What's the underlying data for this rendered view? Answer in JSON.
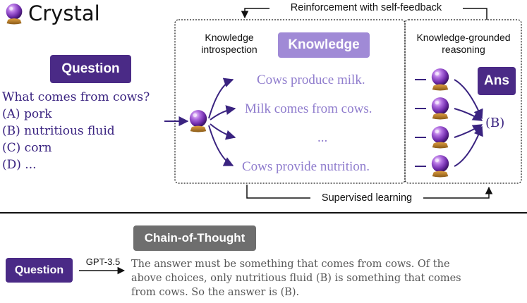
{
  "title": "Crystal",
  "top_arrow_label": "Reinforcement with self-feedback",
  "bottom_arrow_label": "Supervised learning",
  "introspection_label": "Knowledge\nintrospection",
  "knowledge_badge": "Knowledge",
  "reasoning_label": "Knowledge-grounded\nreasoning",
  "ans_badge": "Ans",
  "question_badge": "Question",
  "question_text": "What comes from cows?",
  "choices": [
    "(A) pork",
    "(B) nutritious fluid",
    "(C) corn",
    "(D) ..."
  ],
  "knowledge_items": [
    "Cows produce milk.",
    "Milk comes from cows.",
    "...",
    "Cows provide nutrition."
  ],
  "answer": "(B)",
  "cot_badge": "Chain-of-Thought",
  "cot_question_badge": "Question",
  "gpt_label": "GPT-3.5",
  "cot_lines": [
    "The answer must be something that comes from cows. Of the",
    "above choices, only nutritious fluid (B) is something that comes",
    "from cows. So the answer is (B)."
  ],
  "colors": {
    "dark_purple": "#4a2a86",
    "light_purple": "#a08ad6",
    "gray": "#6e6e6e"
  },
  "icon": "crystal-ball-icon"
}
